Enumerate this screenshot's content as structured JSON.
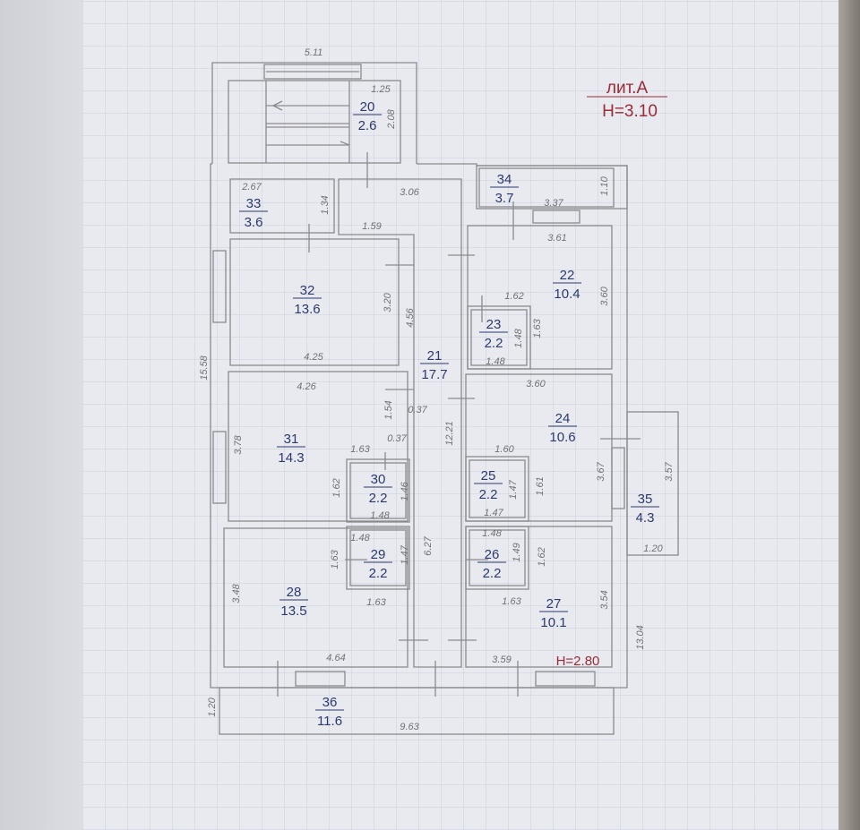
{
  "header": {
    "literal": "лит.А",
    "height_main": "H=3.10"
  },
  "height_secondary": "H=2.80",
  "rooms": [
    {
      "number": "20",
      "area": "2.6"
    },
    {
      "number": "33",
      "area": "3.6"
    },
    {
      "number": "34",
      "area": "3.7"
    },
    {
      "number": "32",
      "area": "13.6"
    },
    {
      "number": "21",
      "area": "17.7"
    },
    {
      "number": "22",
      "area": "10.4"
    },
    {
      "number": "23",
      "area": "2.2"
    },
    {
      "number": "31",
      "area": "14.3"
    },
    {
      "number": "24",
      "area": "10.6"
    },
    {
      "number": "30",
      "area": "2.2"
    },
    {
      "number": "25",
      "area": "2.2"
    },
    {
      "number": "35",
      "area": "4.3"
    },
    {
      "number": "29",
      "area": "2.2"
    },
    {
      "number": "26",
      "area": "2.2"
    },
    {
      "number": "28",
      "area": "13.5"
    },
    {
      "number": "27",
      "area": "10.1"
    },
    {
      "number": "36",
      "area": "11.6"
    }
  ],
  "dimensions": [
    "5.11",
    "1.25",
    "2.08",
    "2.67",
    "3.06",
    "1.34",
    "1.59",
    "3.37",
    "1.10",
    "3.61",
    "1.62",
    "3.60",
    "1.48",
    "1.63",
    "1.48",
    "3.20",
    "4.56",
    "4.25",
    "15.58",
    "4.26",
    "3.60",
    "1.54",
    "0.37",
    "0.37",
    "12.21",
    "3.78",
    "1.63",
    "1.60",
    "1.62",
    "1.46",
    "1.48",
    "1.47",
    "1.61",
    "1.47",
    "3.67",
    "3.57",
    "1.48",
    "1.48",
    "1.63",
    "1.47",
    "6.27",
    "1.49",
    "1.62",
    "1.20",
    "3.48",
    "1.63",
    "1.63",
    "3.54",
    "13.04",
    "4.64",
    "3.59",
    "1.20",
    "9.63"
  ]
}
